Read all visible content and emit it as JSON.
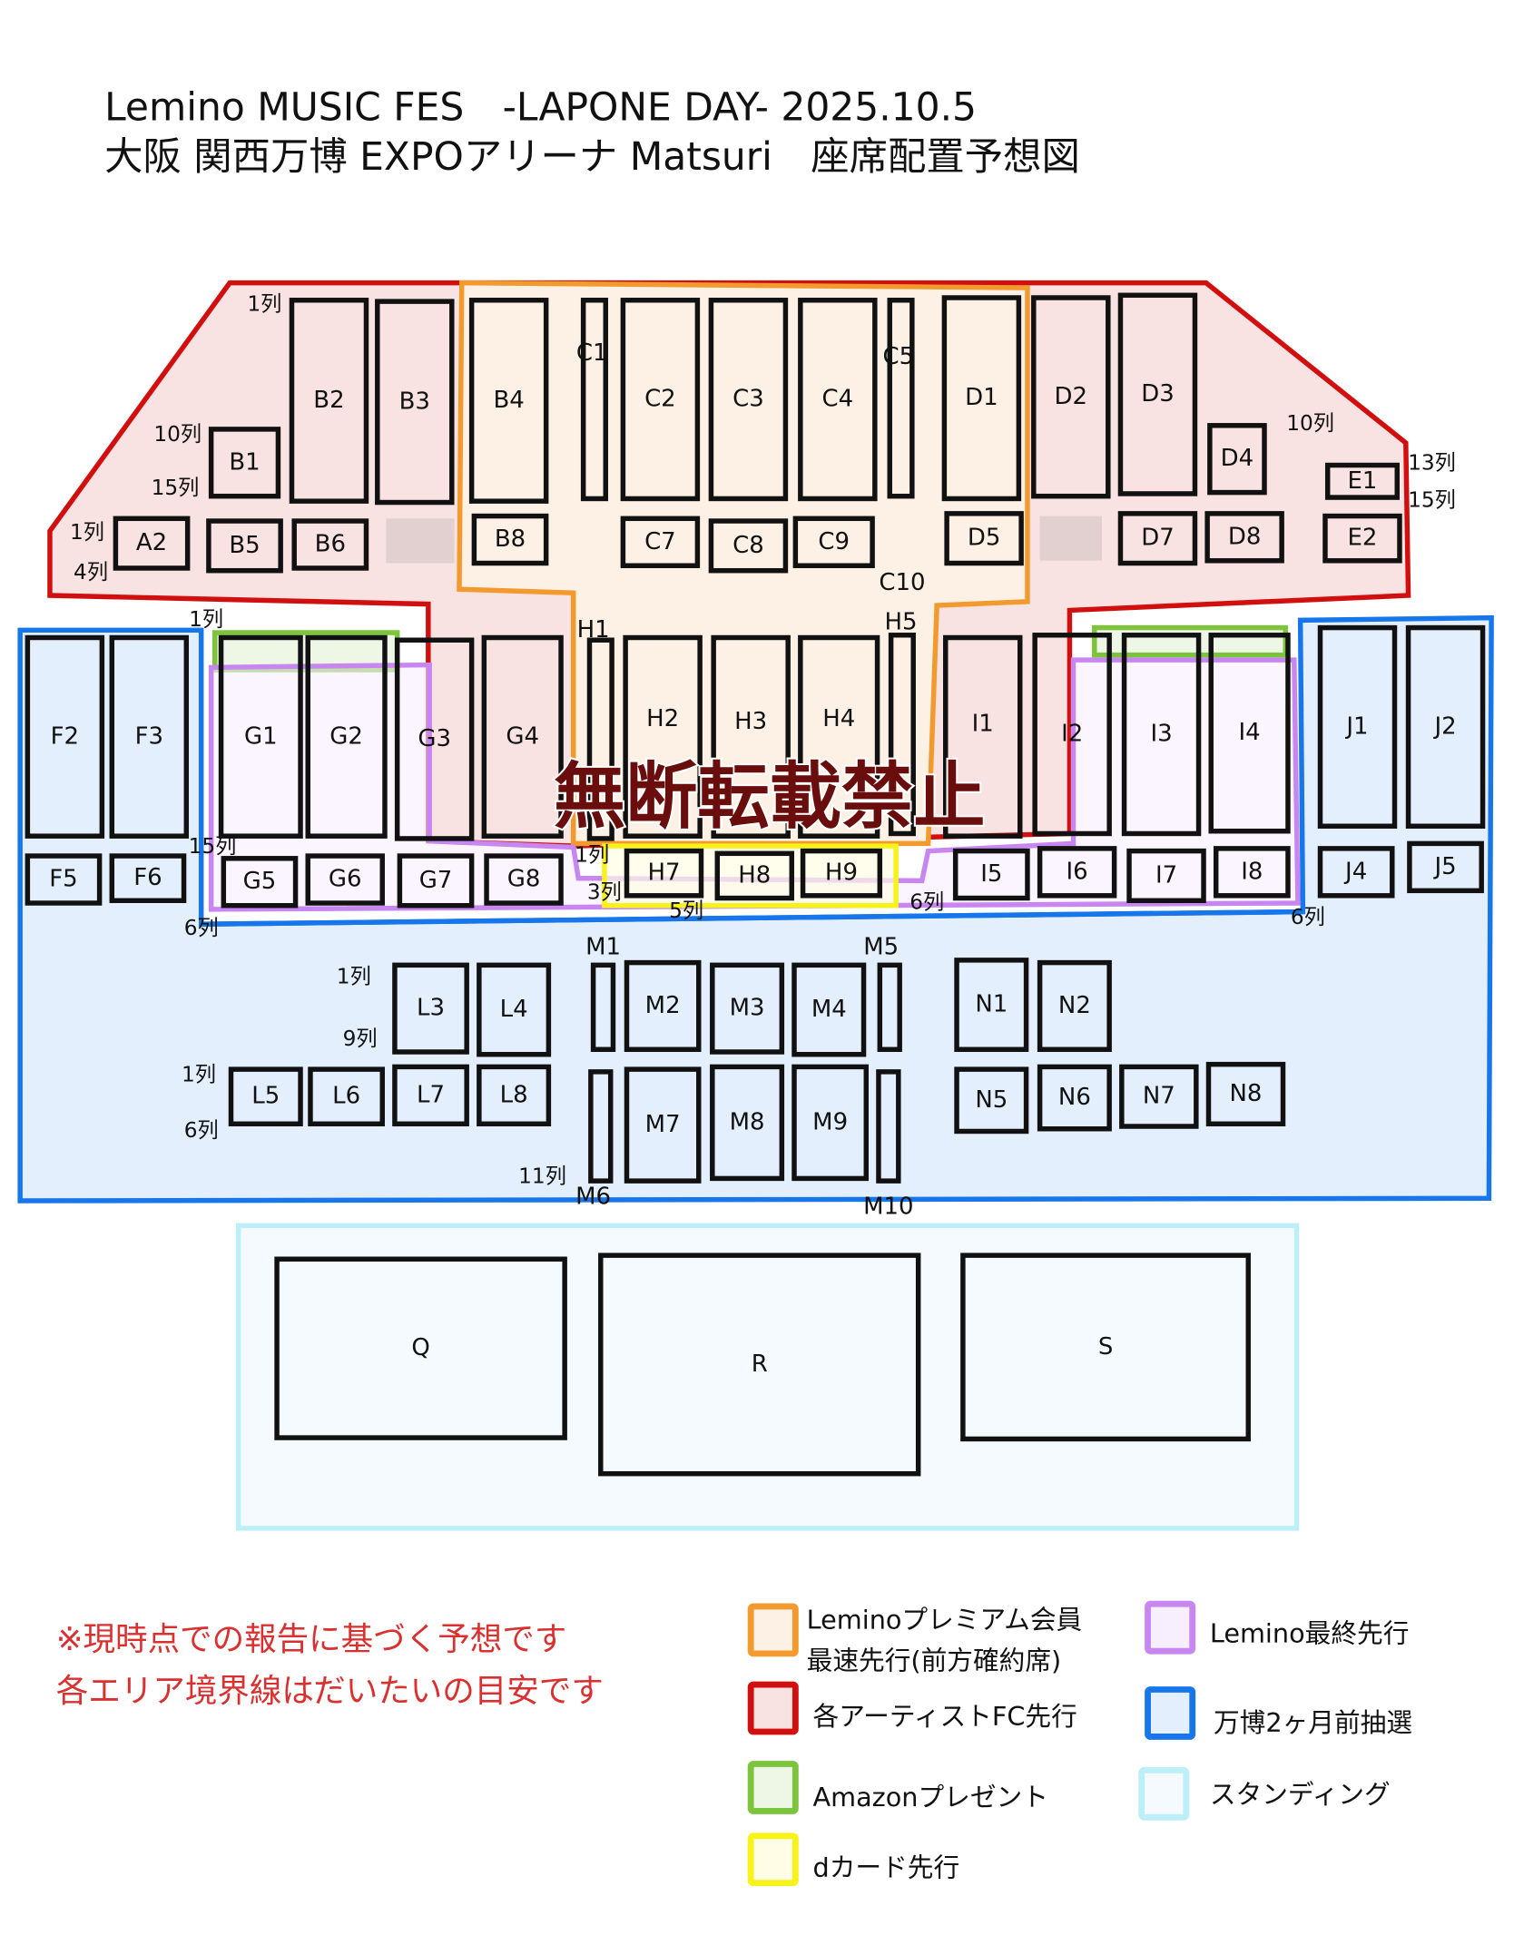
{
  "title": {
    "line1": "Lemino MUSIC FES　-LAPONE DAY- 2025.10.5",
    "line2": "大阪 関西万博 EXPOアリーナ Matsuri　座席配置予想図"
  },
  "zones": {
    "premium": {
      "color": "#f39a2e",
      "fill": "#fdf1e6"
    },
    "fc": {
      "color": "#d10f0f",
      "fill": "#f9e2e2"
    },
    "amazon": {
      "color": "#7cc43c",
      "fill": "#eef6e6"
    },
    "dcard": {
      "color": "#f7f21a",
      "fill": "#fffde6"
    },
    "final": {
      "color": "#c887f0",
      "fill": "#f7effd"
    },
    "expo": {
      "color": "#1676ea",
      "fill": "#e3effd"
    },
    "standing": {
      "color": "#bdeff8",
      "fill": "#f4fafd"
    }
  },
  "blocks": [
    "B2",
    "B3",
    "B4",
    "C1",
    "C2",
    "C3",
    "C4",
    "C5",
    "D1",
    "D2",
    "D3",
    "B1",
    "D4",
    "E1",
    "E2",
    "A2",
    "B5",
    "B6",
    "B8",
    "C7",
    "C8",
    "C9",
    "D5",
    "D7",
    "D8",
    "C10",
    "F2",
    "F3",
    "G1",
    "G2",
    "G3",
    "G4",
    "H1",
    "H2",
    "H3",
    "H4",
    "H5",
    "I1",
    "I2",
    "I3",
    "I4",
    "J1",
    "J2",
    "F5",
    "F6",
    "G5",
    "G6",
    "G7",
    "G8",
    "H7",
    "H8",
    "H9",
    "I5",
    "I6",
    "I7",
    "I8",
    "J4",
    "J5",
    "M1",
    "M5",
    "L3",
    "L4",
    "M2",
    "M3",
    "M4",
    "N1",
    "N2",
    "L5",
    "L6",
    "L7",
    "L8",
    "M6",
    "M7",
    "M8",
    "M9",
    "M10",
    "N5",
    "N6",
    "N7",
    "N8",
    "Q",
    "R",
    "S"
  ],
  "row_labels": [
    "1列",
    "10列",
    "15列",
    "1列",
    "4列",
    "10列",
    "13列",
    "15列",
    "1列",
    "15列",
    "6列",
    "1列",
    "3列",
    "5列",
    "6列",
    "6列",
    "1列",
    "9列",
    "1列",
    "6列",
    "11列"
  ],
  "watermark": "無断転載禁止",
  "notes": [
    "※現時点での報告に基づく予想です",
    "各エリア境界線はだいたいの目安です"
  ],
  "legend": [
    {
      "zone": "premium",
      "lines": [
        "Leminoプレミアム会員",
        "最速先行(前方確約席)"
      ]
    },
    {
      "zone": "fc",
      "lines": [
        "各アーティストFC先行"
      ]
    },
    {
      "zone": "amazon",
      "lines": [
        "Amazonプレゼント"
      ]
    },
    {
      "zone": "dcard",
      "lines": [
        "dカード先行"
      ]
    },
    {
      "zone": "final",
      "lines": [
        "Lemino最終先行"
      ]
    },
    {
      "zone": "expo",
      "lines": [
        "万博2ヶ月前抽選"
      ]
    },
    {
      "zone": "standing",
      "lines": [
        "スタンディング"
      ]
    }
  ]
}
